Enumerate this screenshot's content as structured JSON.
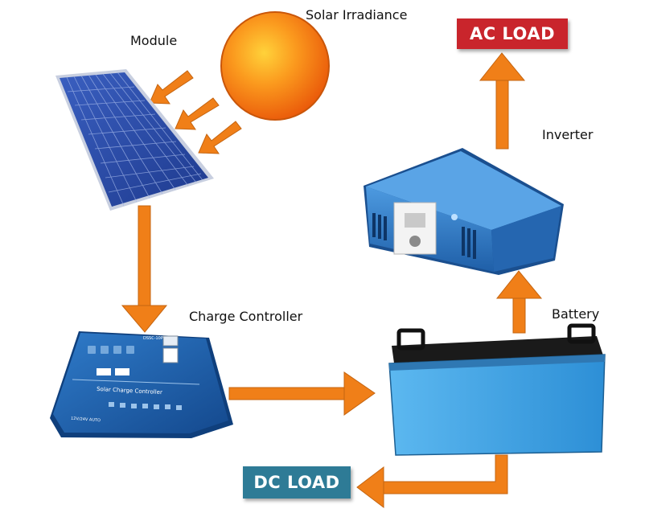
{
  "labels": {
    "solar_irradiance": "Solar Irradiance",
    "module": "Module",
    "inverter": "Inverter",
    "charge_controller": "Charge Controller",
    "battery": "Battery",
    "ac_load": "AC LOAD",
    "dc_load": "DC LOAD"
  },
  "device_text": {
    "controller_title": "Solar Charge Controller",
    "controller_model": "DSSC-10P",
    "controller_voltage": "12V/24V AUTO"
  },
  "colors": {
    "arrow": "#f07f18",
    "sun": "#f4730f",
    "ac_load_bg": "#c9252c",
    "dc_load_bg": "#2e7b96",
    "panel": "#2c48a6",
    "device_blue": "#2a6db8",
    "battery_body": "#4aa9e8"
  }
}
